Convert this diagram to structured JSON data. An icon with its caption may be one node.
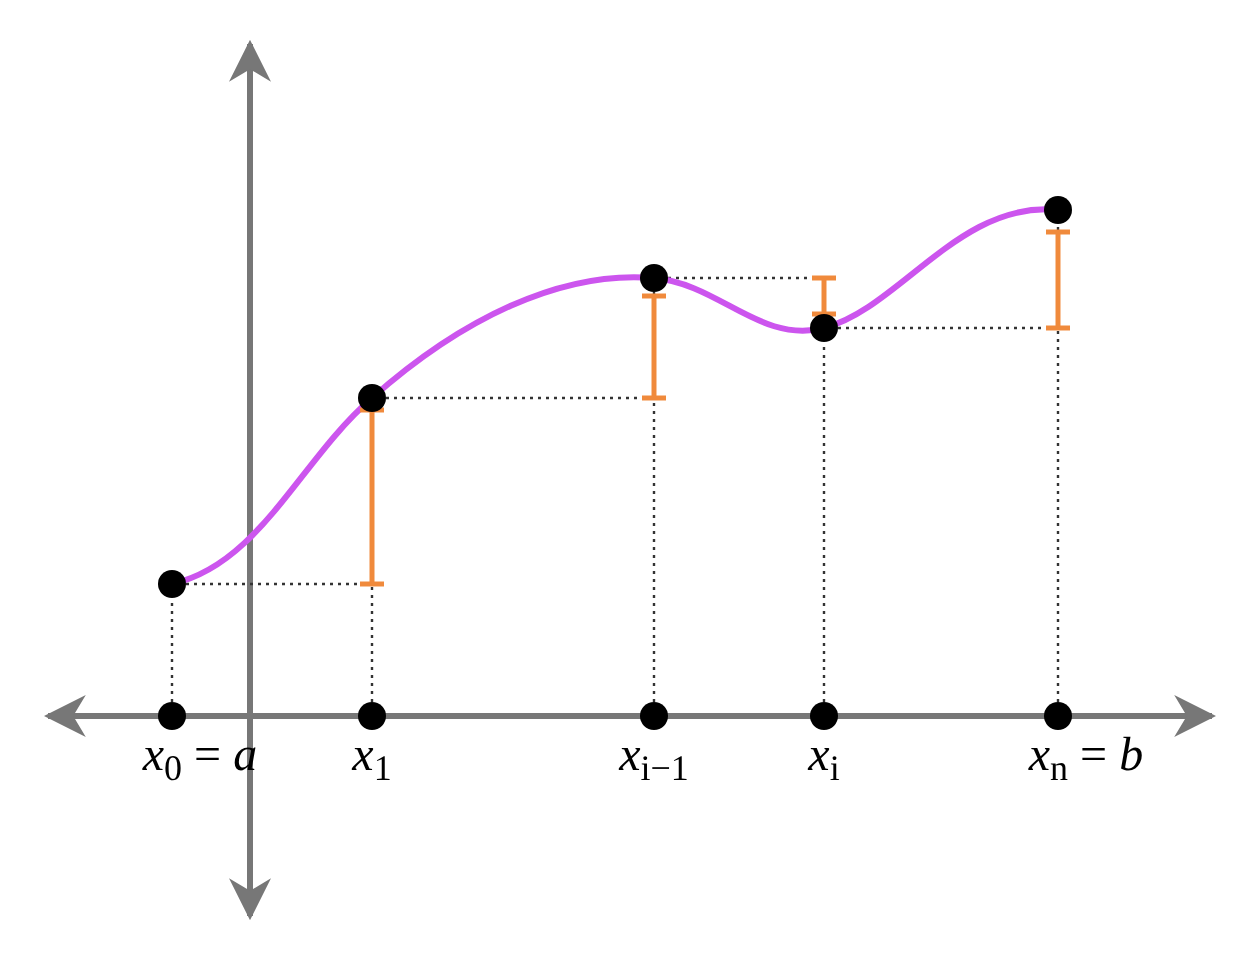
{
  "diagram": {
    "labels": [
      "*x*$_{0}$ = *a*",
      "*x*$_{1}$",
      "*x*$_{i−1}$",
      "*x*$_{i}$",
      "*x*$_{n}$ = *b*"
    ]
  }
}
